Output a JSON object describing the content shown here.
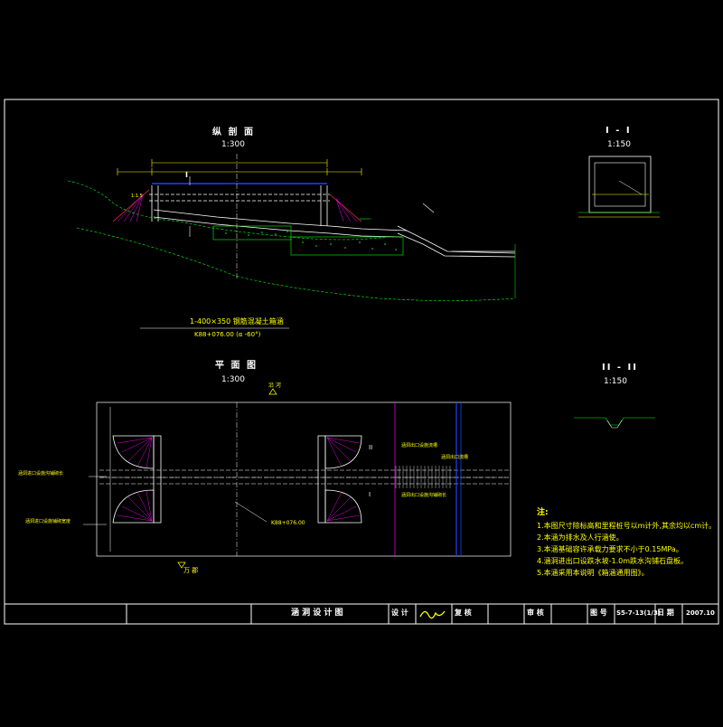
{
  "profile": {
    "title": "纵 剖 面",
    "scale": "1:300",
    "section_mark": "I",
    "slope": "1:1.5"
  },
  "section1": {
    "title": "I - I",
    "scale": "1:150"
  },
  "section2": {
    "title": "II - II",
    "scale": "1:150"
  },
  "plan": {
    "title": "平 面 图",
    "scale": "1:300",
    "up_label": "沿 河",
    "down_label": "万 郡",
    "mark_ii": "II",
    "mark_i": "I",
    "label_right_top": "涵洞出口设施流槽",
    "label_right_mid": "涵洞出口流槽",
    "label_right_bottom": "涵洞出口设施沟铺砌长",
    "label_left_top": "涵洞进口设施沟铺砌长",
    "label_left_bottom": "涵洞进口设施铺砌宽度",
    "stake": "K88+076.00"
  },
  "culvert": {
    "spec": "1-400×350 钢筋混凝土箱涵",
    "stake": "K88+076.00 (α -60°)"
  },
  "notes": {
    "header": "注:",
    "items": [
      "1.本图尺寸除标高和里程桩号以m计外,其余均以cm计。",
      "2.本涵为排水及人行涵使。",
      "3.本涵基础容许承载力要求不小于0.15MPa。",
      "4.涵洞进出口设跌水坡-1.0m跌水沟铺石盘板。",
      "5.本涵采用本说明《箱涵通用图》。"
    ]
  },
  "titleblock": {
    "drawing_name": "涵 洞 设 计 图",
    "design": "设 计",
    "check": "复 核",
    "review": "审 核",
    "sheet_no_label": "图 号",
    "sheet_no": "S5-7-13(1/3)",
    "date_label": "日 期",
    "date": "2007.10"
  },
  "colors": {
    "frame": "#ffffff",
    "dim": "#ffff00",
    "section": "#00ff00",
    "road": "#0000ff",
    "hatch": "#ff00ff",
    "slope": "#ff0000"
  }
}
